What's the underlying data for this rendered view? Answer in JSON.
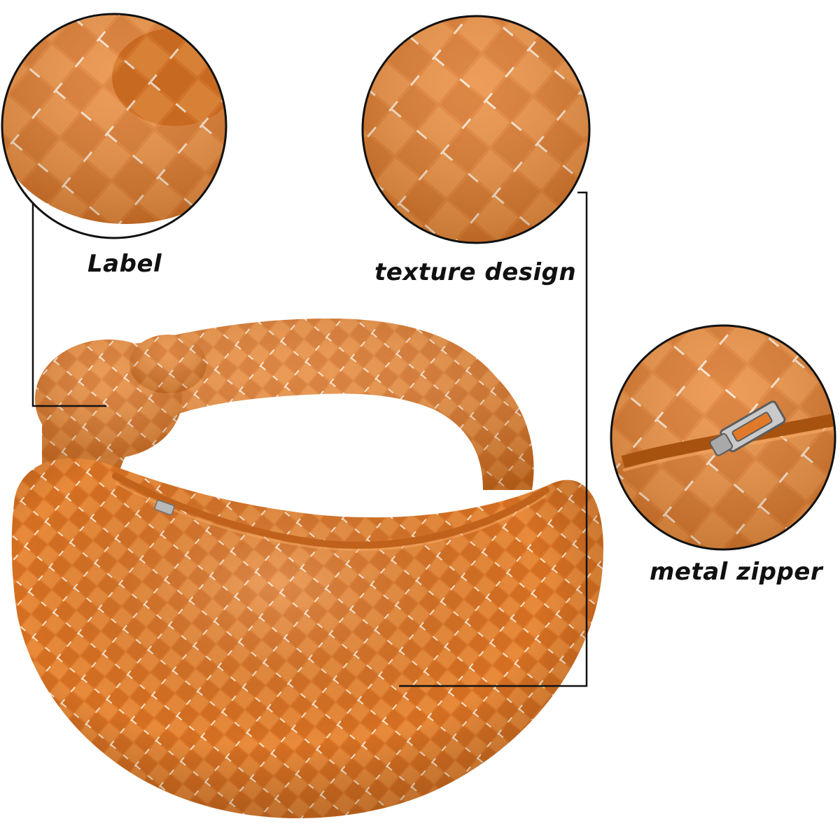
{
  "image": {
    "subject": "orange woven leather knot handbag",
    "background_color": "#ffffff"
  },
  "colors": {
    "leather": "#e07a2a",
    "leather_dark": "#b85a15",
    "leather_light": "#f0a25a",
    "stitch": "#fbe6cf",
    "leader_line": "#111111",
    "circle_outline": "#111111"
  },
  "callouts": {
    "knot": {
      "label": "Label"
    },
    "texture": {
      "label": "texture design"
    },
    "zipper": {
      "label": "metal zipper"
    }
  }
}
